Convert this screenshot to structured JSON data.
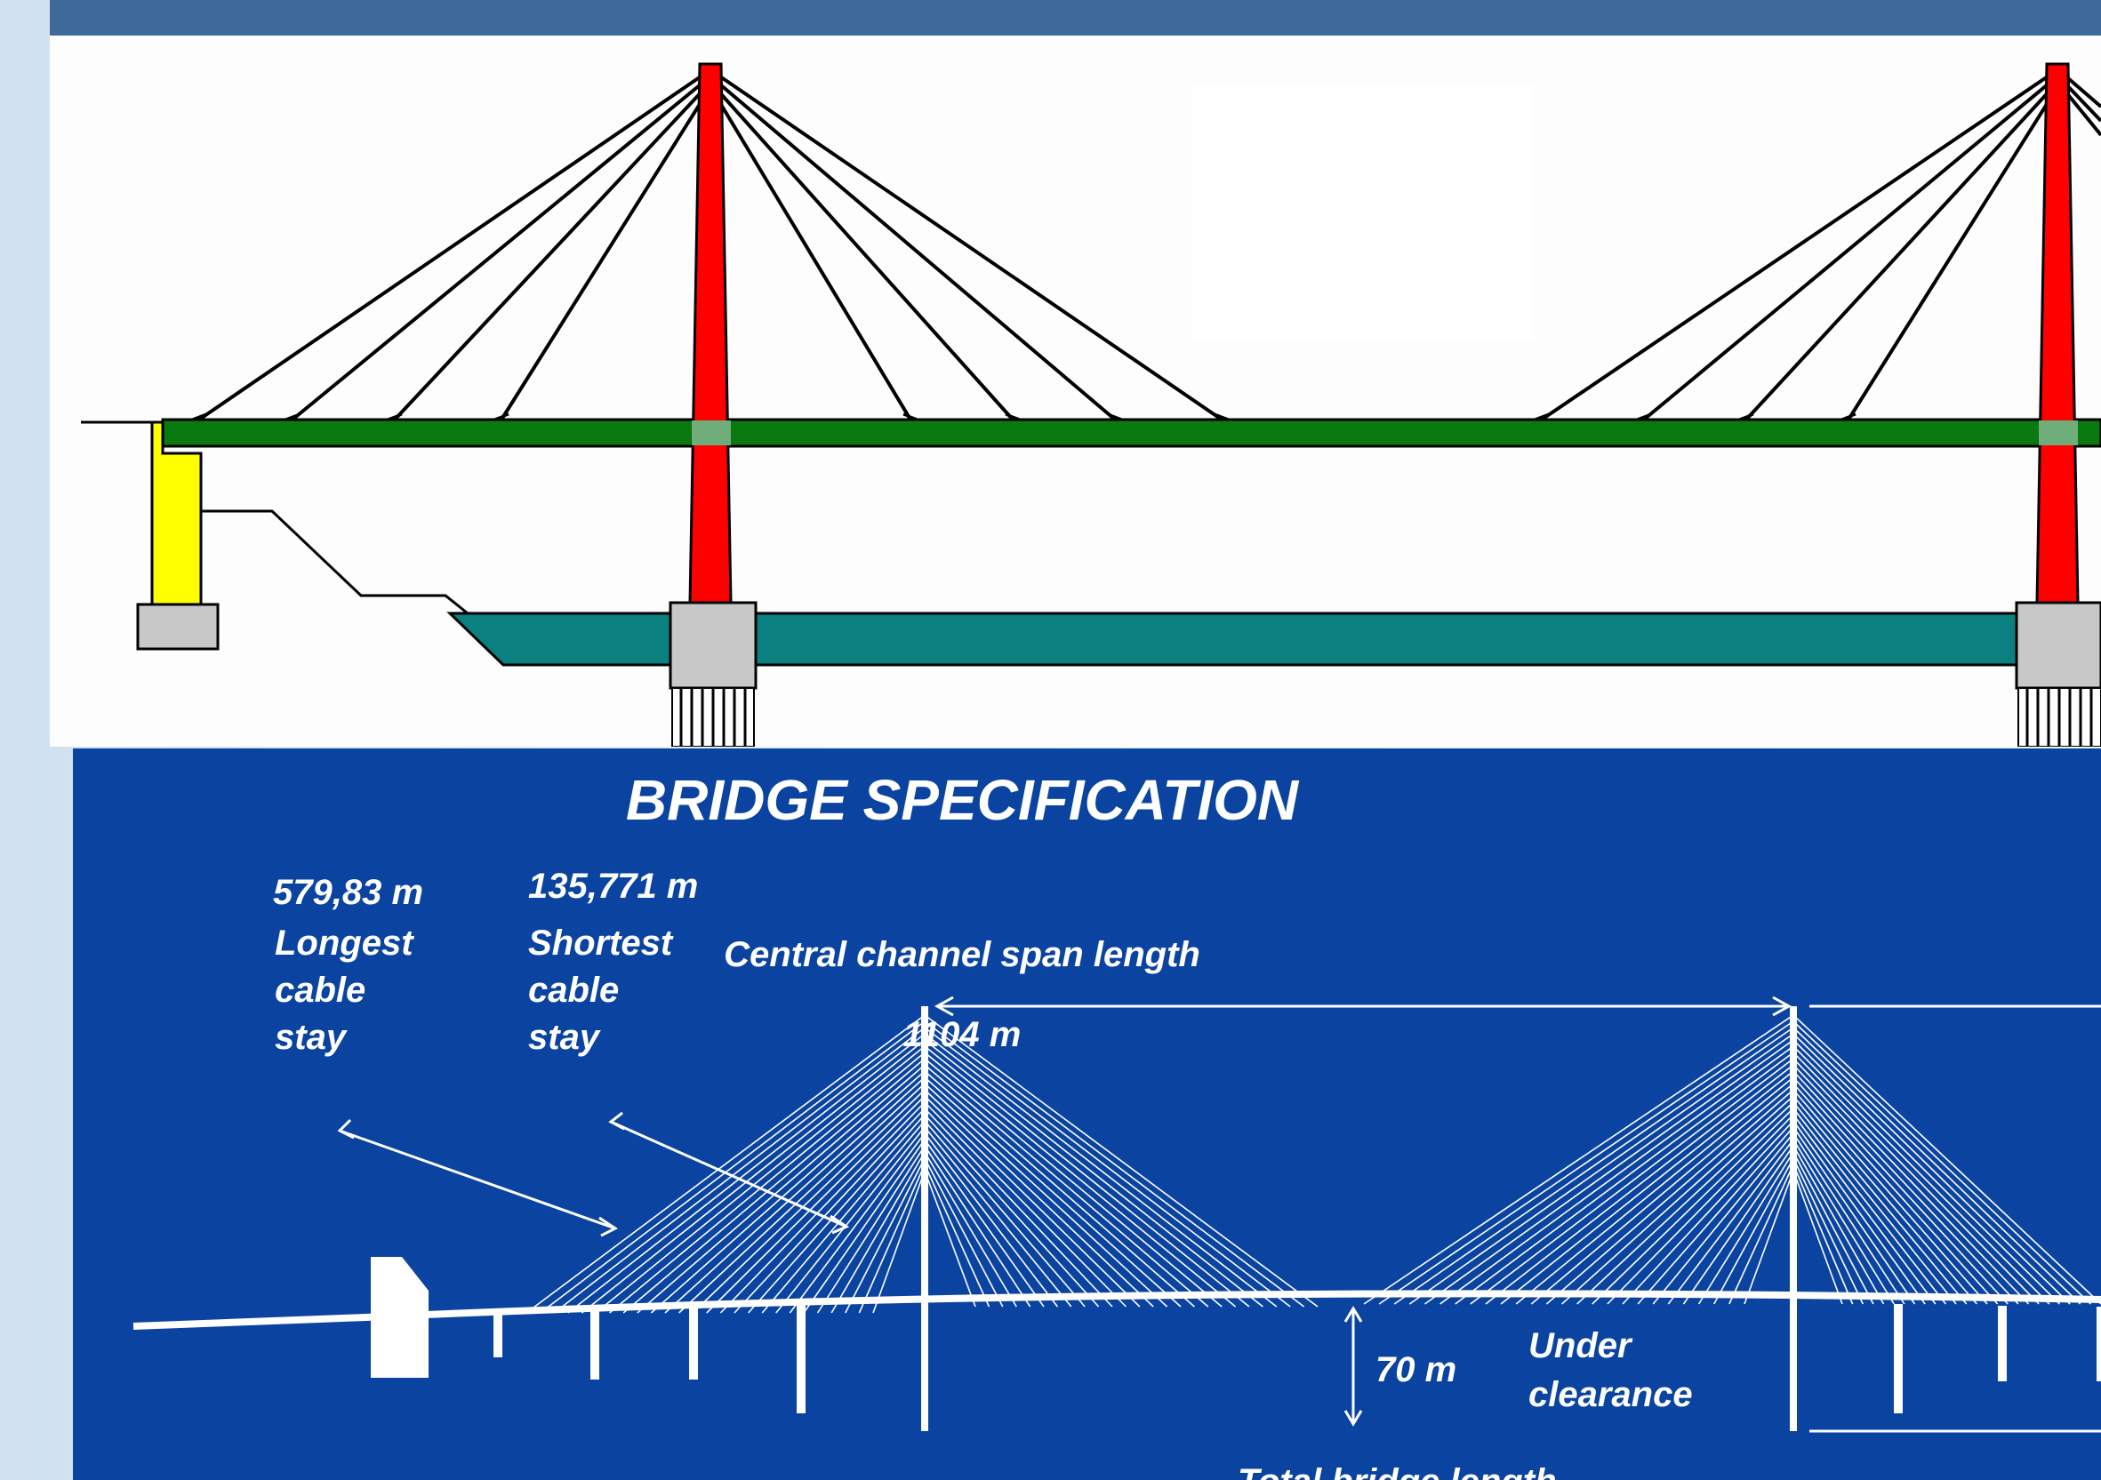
{
  "spec": {
    "title": "BRIDGE SPECIFICATION",
    "longest_cable_value": "579,83 m",
    "longest_cable_label": [
      "Longest",
      "cable",
      "stay"
    ],
    "shortest_cable_value": "135,771 m",
    "shortest_cable_label": [
      "Shortest",
      "cable",
      "stay"
    ],
    "central_span_label": "Central channel span length",
    "central_span_value": "1104 m",
    "clearance_value": "70 m",
    "clearance_label": [
      "Under",
      "clearance"
    ],
    "total_length_label": "Total bridge length"
  },
  "colors": {
    "pylon": "#ff0000",
    "deck": "#0a7a10",
    "water": "#0b8080",
    "abutment": "#ffff00",
    "footing": "#c8c8c8",
    "spec_background": "#0a44a0",
    "header_bar": "#3e6a99"
  }
}
